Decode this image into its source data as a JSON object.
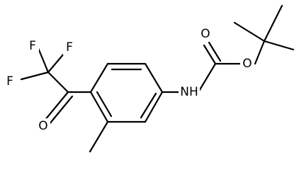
{
  "atoms": {
    "f_top": "F",
    "f_mid": "F",
    "f_left": "F",
    "o_ketone": "O",
    "nh": "NH",
    "o_carbonyl": "O",
    "o_ester": "O"
  }
}
